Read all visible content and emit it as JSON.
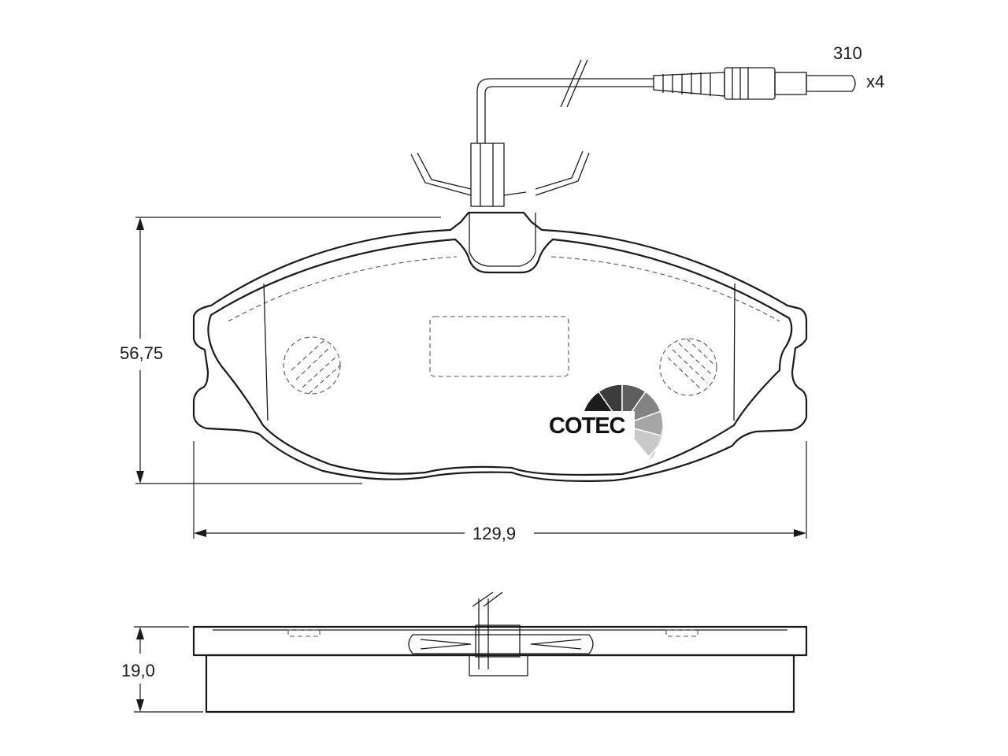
{
  "dimensions": {
    "sensor_length": "310",
    "sensor_count": "x4",
    "height": "56,75",
    "width": "129,9",
    "thickness": "19,0"
  },
  "logo": {
    "text": "COTEC"
  },
  "colors": {
    "friction_material": "#f0a48b",
    "backing_plate": "#ffffff",
    "outline": "#1a1a1a",
    "logo_segments": [
      "#1c1c1c",
      "#3c3c3c",
      "#5e5e5e",
      "#828282",
      "#a5a5a5",
      "#c8c8c8"
    ]
  }
}
